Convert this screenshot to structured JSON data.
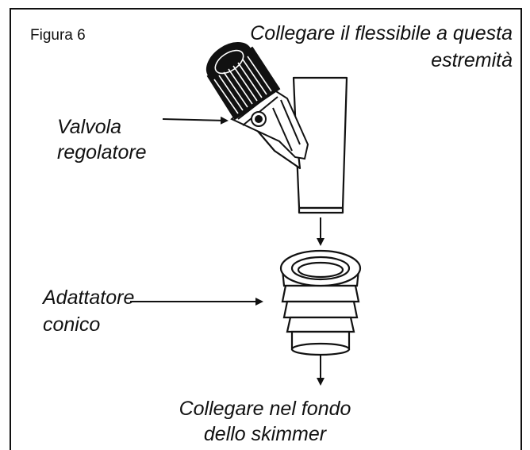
{
  "figure": {
    "label": "Figura 6",
    "top_note": [
      "Collegare il flessibile a questa",
      "estremità"
    ],
    "valve_label": [
      "Valvola",
      "regolatore"
    ],
    "adapter_label": [
      "Adattatore",
      "conico"
    ],
    "bottom_note": [
      "Collegare nel fondo",
      "dello skimmer"
    ]
  },
  "colors": {
    "line": "#111111",
    "background": "#ffffff"
  }
}
